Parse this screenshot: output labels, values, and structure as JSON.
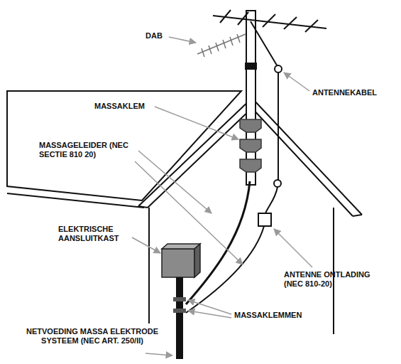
{
  "diagram": {
    "labels": [
      "DAB",
      "ANTENNEKABEL",
      "MASSAKLEM",
      "MASSAGELEIDER (NEC SECTIE 810 20)",
      "ELEKTRISCHE AANSLUITKAST",
      "ANTENNE ONTLADING (NEC 810-20)",
      "MASSAKLEMMEN",
      "NETVOEDING MASSA ELEKTRODE SYSTEEM (NEC ART. 250/II)"
    ]
  }
}
